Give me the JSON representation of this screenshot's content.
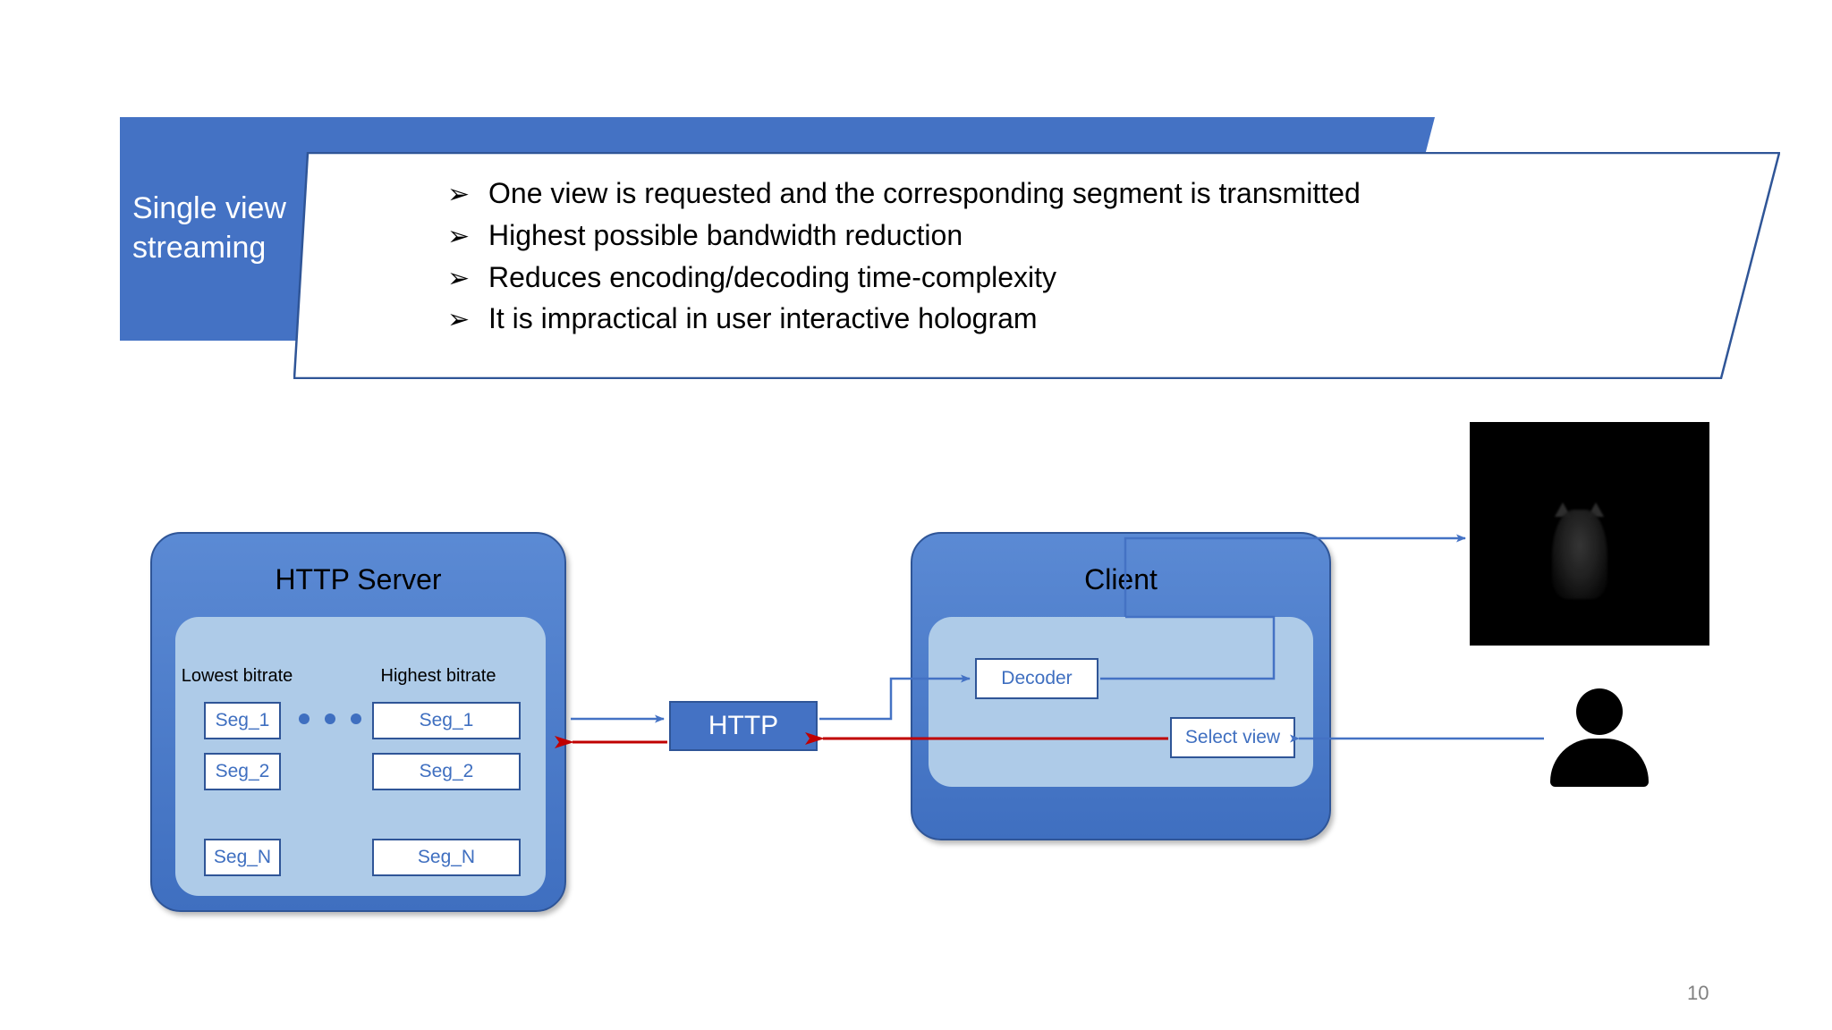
{
  "slide": {
    "number": "10",
    "title": "Single view\nstreaming",
    "bullet_marker": "➢",
    "bullets": [
      "One view is requested and the corresponding segment is transmitted",
      "Highest possible bandwidth reduction",
      "Reduces encoding/decoding time-complexity",
      "It is impractical in user interactive hologram"
    ]
  },
  "diagram": {
    "server": {
      "title": "HTTP Server",
      "column_labels": {
        "lowest": "Lowest bitrate",
        "highest": "Highest bitrate"
      },
      "lowest_segments": [
        "Seg_1",
        "Seg_2",
        "Seg_N"
      ],
      "highest_segments": [
        "Seg_1",
        "Seg_2",
        "Seg_N"
      ],
      "ellipsis_dots": 3
    },
    "protocol_box": {
      "label": "HTTP"
    },
    "client": {
      "title": "Client",
      "decoder_label": "Decoder",
      "select_view_label": "Select view"
    },
    "video_preview": {
      "alt": "dark video frame showing a kitten"
    },
    "user": {
      "alt": "user silhouette"
    }
  },
  "colors": {
    "banner_blue": "#4472c4",
    "outline_blue": "#2f5597",
    "panel_inner_blue": "#aecbe8",
    "text_blue": "#3f6fc0",
    "arrow_blue": "#4472c4",
    "arrow_red": "#c00000",
    "slide_number_gray": "#808080",
    "background": "#ffffff"
  }
}
